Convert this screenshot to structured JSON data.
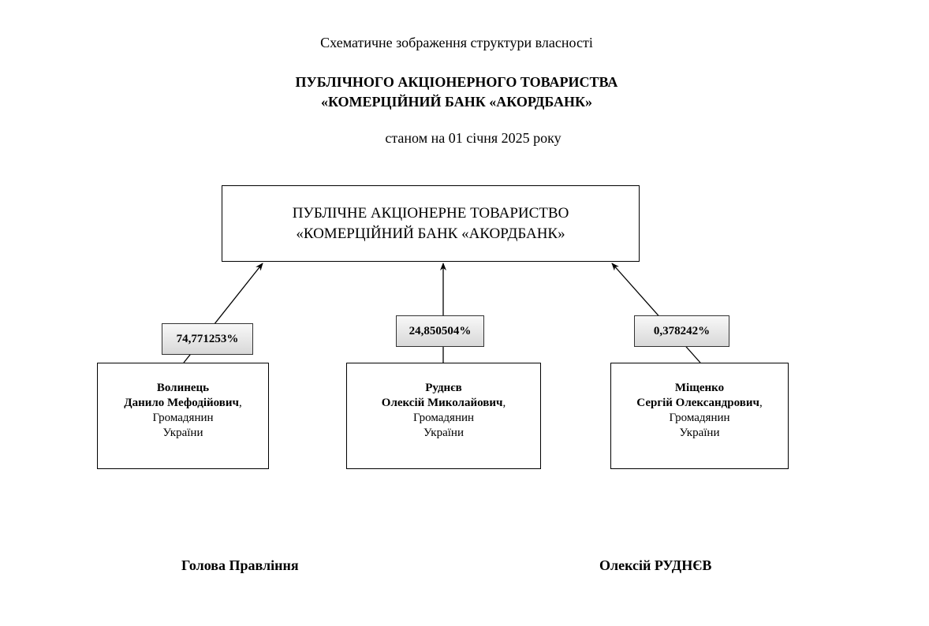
{
  "header": {
    "subtitle": "Схематичне зображення структури власності",
    "title_line1": "ПУБЛІЧНОГО АКЦІОНЕРНОГО ТОВАРИСТВА",
    "title_line2": "«КОМЕРЦІЙНИЙ БАНК «АКОРДБАНК»",
    "date": "станом на 01 січня 2025  року"
  },
  "company": {
    "line1": "ПУБЛІЧНЕ АКЦІОНЕРНЕ ТОВАРИСТВО",
    "line2": "«КОМЕРЦІЙНИЙ БАНК «АКОРДБАНК»"
  },
  "shareholders": [
    {
      "surname": "Волинець",
      "name": "Данило Мефодійович",
      "comma": ",",
      "status": "Громадянин",
      "country": "України",
      "share": "74,771253%"
    },
    {
      "surname": "Руднєв",
      "name": "Олексій Миколайович",
      "comma": ",",
      "status": "Громадянин",
      "country": "України",
      "share": "24,850504%"
    },
    {
      "surname": "Міщенко",
      "name": "Сергій Олександрович",
      "comma": ",",
      "status": "Громадянин",
      "country": "України",
      "share": "0,378242%"
    }
  ],
  "footer": {
    "position": "Голова Правління",
    "signatory": "Олексій РУДНЄВ"
  }
}
